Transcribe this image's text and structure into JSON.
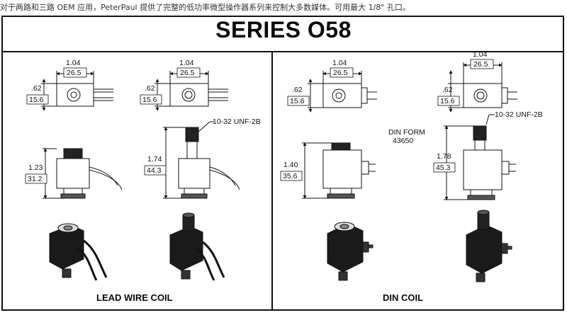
{
  "caption": "对于两路和三路 OEM 应用，PeterPaul 提供了完整的低功率微型操作器系列来控制大多数媒体。可用最大 1/8\" 孔口。",
  "title": "SERIES O58",
  "sections": {
    "left": "LEAD WIRE COIL",
    "right": "DIN COIL"
  },
  "dims": {
    "width_in": "1.04",
    "width_mm": "26.5",
    "depth_in": ".62",
    "depth_mm": "15.6",
    "h1_in": "1.23",
    "h1_mm": "31.2",
    "h2_in": "1.74",
    "h2_mm": "44.3",
    "h3_in": "1.40",
    "h3_mm": "35.6",
    "h4_in": "1.78",
    "h4_mm": "45.3",
    "thread": "10-32 UNF-2B",
    "din_form": "DIN FORM",
    "din_num": "43650"
  }
}
